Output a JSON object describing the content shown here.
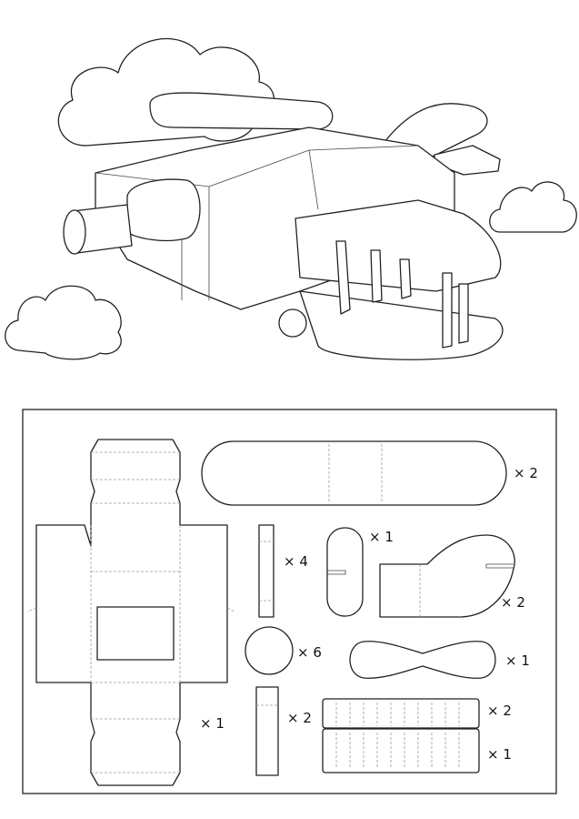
{
  "template": {
    "quantities": {
      "body_box": "× 1",
      "wing": "× 2",
      "strut": "× 4",
      "tail_fin_small": "× 1",
      "tail_wing": "× 2",
      "wheel": "× 6",
      "propeller": "× 1",
      "axle": "× 2",
      "engine_strip_a": "× 2",
      "engine_strip_b": "× 1"
    }
  }
}
